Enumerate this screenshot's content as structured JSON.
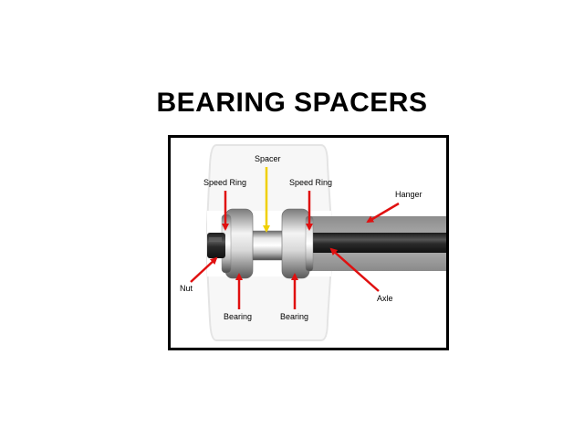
{
  "title": "BEARING SPACERS",
  "diagram": {
    "labels": {
      "spacer": "Spacer",
      "speed_ring_left": "Speed Ring",
      "speed_ring_right": "Speed Ring",
      "hanger": "Hanger",
      "nut": "Nut",
      "axle": "Axle",
      "bearing_left": "Bearing",
      "bearing_right": "Bearing"
    },
    "colors": {
      "arrow_red": "#e01010",
      "arrow_yellow": "#f0d000",
      "frame": "#000000"
    }
  }
}
